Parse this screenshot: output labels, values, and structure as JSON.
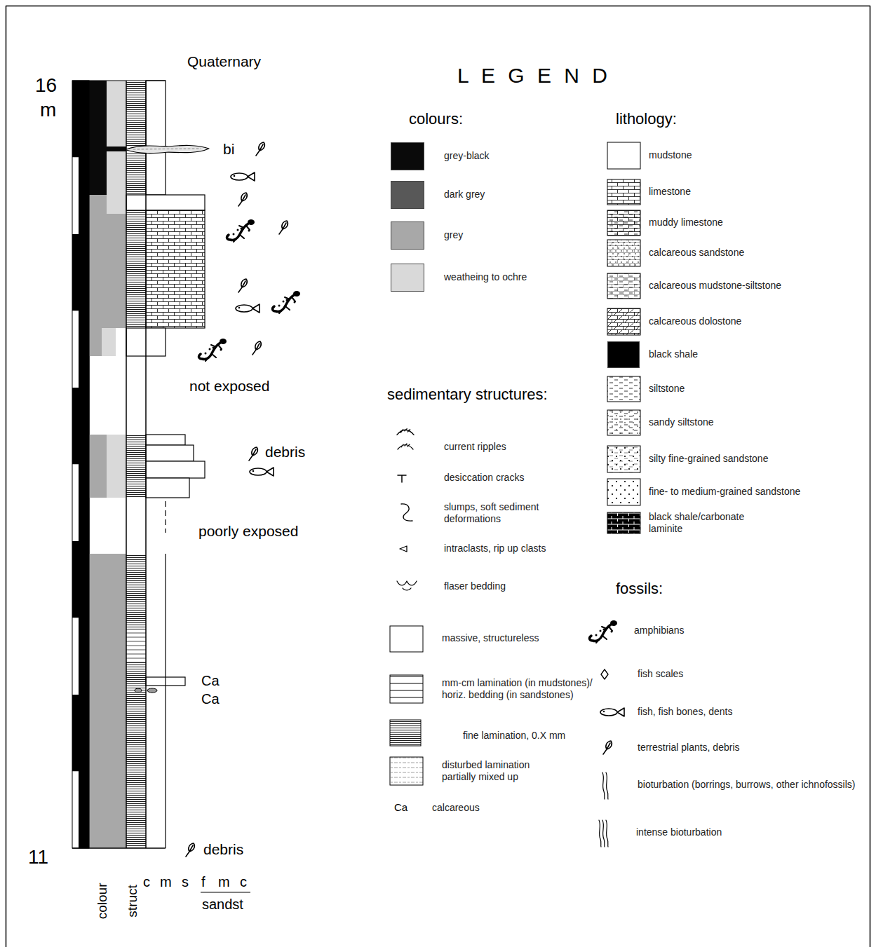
{
  "diagram": {
    "title": "L E G E N D",
    "labels": [
      "Quaternary",
      "16",
      "m",
      "bi",
      "not exposed",
      "debris",
      "poorly exposed",
      "Ca",
      "Ca",
      "11",
      "debris",
      "colour",
      "struct",
      "c",
      "m",
      "s",
      "f",
      "m",
      "c",
      "sandst",
      "colours:",
      "lithology:",
      "sedimentary structures:",
      "fossils:",
      "Ca"
    ],
    "legend": [
      {
        "text": "grey-black",
        "color": "#0a0a0a"
      },
      {
        "text": "dark grey",
        "color": "#585858"
      },
      {
        "text": "grey",
        "color": "#a8a8a8"
      },
      {
        "text": "weatheing to ochre",
        "color": "#d9d9d9"
      },
      {
        "text": "mudstone"
      },
      {
        "text": "limestone"
      },
      {
        "text": "muddy limestone"
      },
      {
        "text": "calcareous sandstone"
      },
      {
        "text": "calcareous mudstone-siltstone"
      },
      {
        "text": "calcareous dolostone"
      },
      {
        "text": "black shale",
        "color": "#000000"
      },
      {
        "text": "siltstone"
      },
      {
        "text": "sandy siltstone"
      },
      {
        "text": "silty fine-grained sandstone"
      },
      {
        "text": "fine- to medium-grained sandstone"
      },
      {
        "text": "black shale/carbonate laminite"
      },
      {
        "text": "current ripples"
      },
      {
        "text": "desiccation cracks"
      },
      {
        "text": "slumps, soft sediment deformations"
      },
      {
        "text": "intraclasts, rip up clasts"
      },
      {
        "text": "flaser bedding"
      },
      {
        "text": "massive, structureless"
      },
      {
        "text": "mm-cm lamination (in mudstones)/ horiz. bedding (in sandstones)"
      },
      {
        "text": "fine lamination, 0.X mm"
      },
      {
        "text": "disturbed lamination partially mixed up"
      },
      {
        "text": "calcareous"
      },
      {
        "text": "amphibians"
      },
      {
        "text": "fish scales"
      },
      {
        "text": "fish, fish bones, dents"
      },
      {
        "text": "terrestrial plants, debris"
      },
      {
        "text": "bioturbation (borrings, burrows, other ichnofossils)"
      },
      {
        "text": "intense bioturbation"
      }
    ]
  }
}
